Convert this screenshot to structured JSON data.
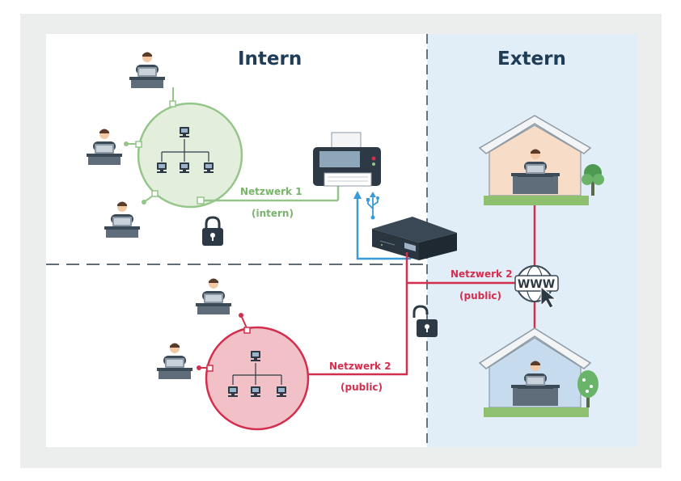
{
  "zones": {
    "intern": {
      "title": "Intern"
    },
    "extern": {
      "title": "Extern"
    }
  },
  "networks": {
    "net1": {
      "name": "Netzwerk 1",
      "scope": "(intern)"
    },
    "net2_internal": {
      "name": "Netzwerk 2",
      "scope": "(public)"
    },
    "net2_external": {
      "name": "Netzwerk 2",
      "scope": "(public)"
    }
  },
  "web_badge": {
    "text": "WWW"
  },
  "colors": {
    "frame": "#eceeed",
    "extern_bg": "#e1edf7",
    "net1": "#94c68a",
    "net1_fill": "#e3efdc",
    "net2": "#d22f4f",
    "net2_fill": "#f2c1c8",
    "usb": "#3a9ad6",
    "dark": "#2d3a46",
    "title": "#1f3d57"
  },
  "icons": [
    "person-icon",
    "laptop-icon",
    "desk-icon",
    "network-tree-icon",
    "printer-icon",
    "usb-icon",
    "lock-closed-icon",
    "lock-open-icon",
    "print-server-icon",
    "globe-icon",
    "cursor-icon",
    "house-icon",
    "tree-icon"
  ]
}
